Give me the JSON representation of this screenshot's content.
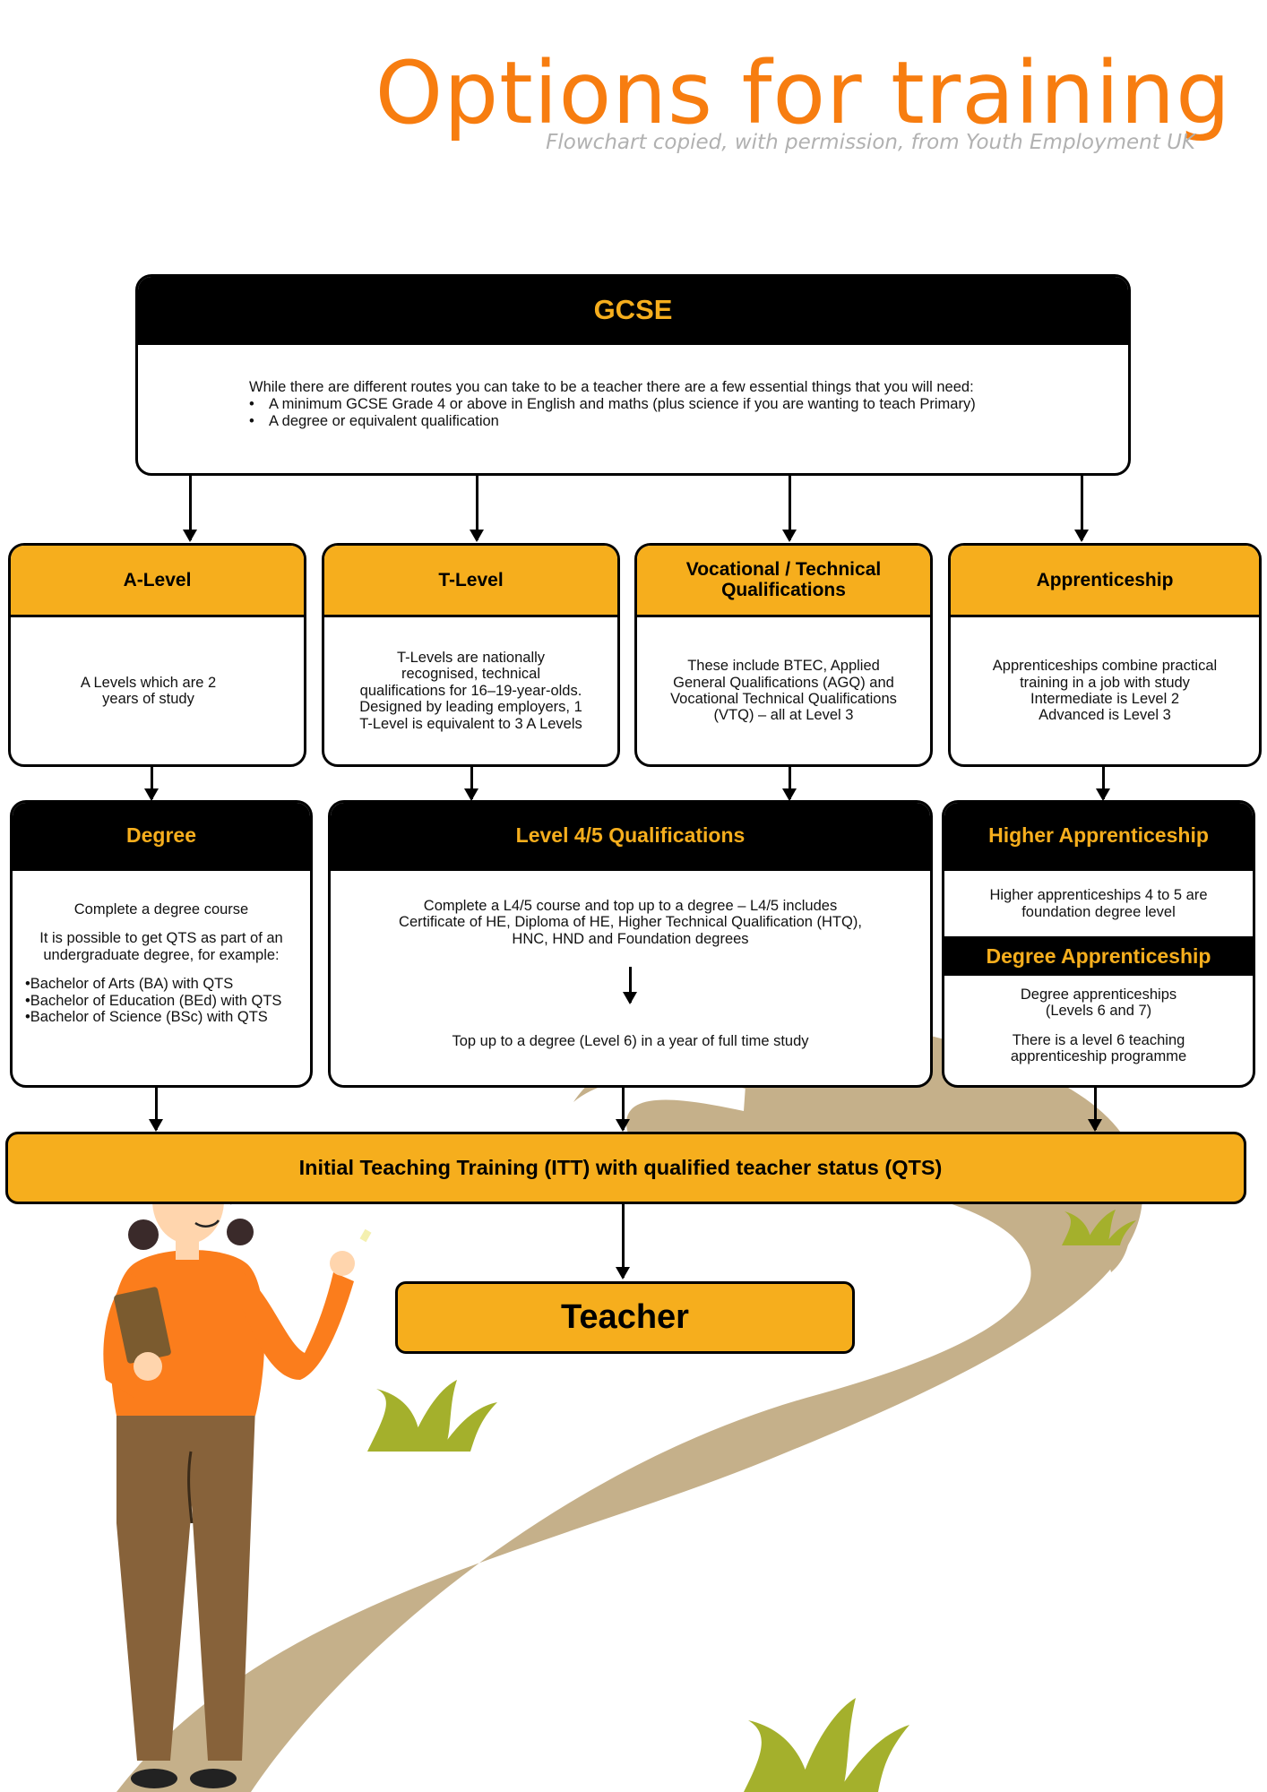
{
  "header": {
    "title": "Options for training",
    "subtitle": "Flowchart copied, with permission, from Youth Employment UK"
  },
  "gcse": {
    "title": "GCSE",
    "intro": "While there are different routes you can take to be a teacher there are a few essential things that you will need:",
    "bullets": [
      "A minimum GCSE Grade 4 or above in English and maths (plus science if you are wanting to teach Primary)",
      "A degree or equivalent qualification"
    ]
  },
  "level2": [
    {
      "title": "A-Level",
      "lines": [
        "A Levels which are 2",
        "years of study"
      ]
    },
    {
      "title": "T-Level",
      "lines": [
        "T-Levels are nationally",
        "recognised, technical",
        "qualifications for 16–19-year-olds.",
        "Designed by leading employers, 1",
        "T-Level is equivalent to 3 A Levels"
      ]
    },
    {
      "title_lines": [
        "Vocational / Technical",
        "Qualifications"
      ],
      "lines": [
        "These include BTEC, Applied",
        "General Qualifications (AGQ) and",
        "Vocational Technical Qualifications",
        "(VTQ) – all at Level 3"
      ]
    },
    {
      "title": "Apprenticeship",
      "lines": [
        "Apprenticeships combine practical",
        "training in a job with study",
        "Intermediate is Level 2",
        "Advanced is Level 3"
      ]
    }
  ],
  "degree": {
    "title": "Degree",
    "line1": "Complete a degree course",
    "line2": "It is possible to get QTS as part of an",
    "line3": "undergraduate degree, for example:",
    "items": [
      "•Bachelor of Arts (BA) with QTS",
      "•Bachelor of Education (BEd) with QTS",
      "•Bachelor of Science (BSc) with QTS"
    ]
  },
  "level45": {
    "title": "Level 4/5 Qualifications",
    "lines": [
      "Complete a L4/5 course and top up to a degree – L4/5 includes",
      "Certificate of HE, Diploma of HE, Higher Technical Qualification (HTQ),",
      "HNC, HND and Foundation degrees"
    ],
    "topup": "Top up to a degree (Level 6) in a year of full time study"
  },
  "higher_app": {
    "title": "Higher Apprenticeship",
    "lines": [
      "Higher apprenticeships 4 to 5 are",
      "foundation degree level"
    ],
    "degree_title": "Degree Apprenticeship",
    "degree_lines": [
      "Degree apprenticeships",
      "(Levels 6 and 7)"
    ],
    "degree_lines2": [
      "There is a level 6 teaching",
      "apprenticeship programme"
    ]
  },
  "itt": "Initial Teaching Training (ITT) with qualified teacher status (QTS)",
  "teacher": "Teacher",
  "colors": {
    "accent": "#f6ae1d",
    "title": "#f77d10",
    "path": "#c5b08a",
    "grass": "#a4b02c"
  }
}
